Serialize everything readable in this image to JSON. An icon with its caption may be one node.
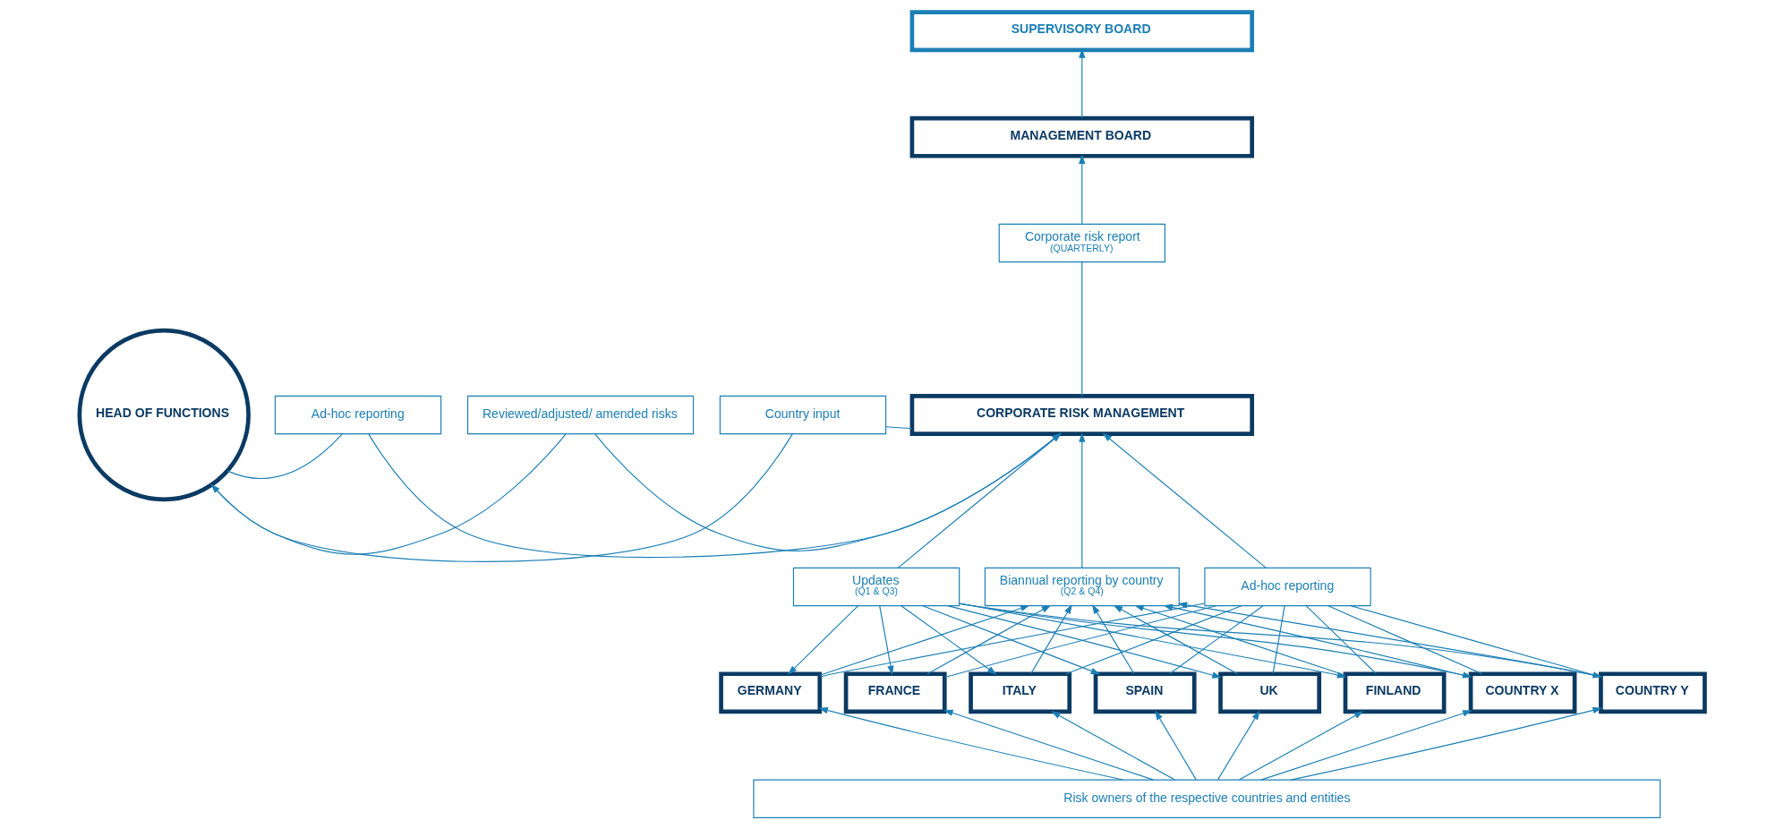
{
  "diagram": {
    "nodes": [
      {
        "text": [
          "SUPERVISORY BOARD"
        ]
      },
      {
        "text": [
          "MANAGEMENT BOARD"
        ]
      },
      {
        "text": [
          "Corporate risk report",
          "(QUARTERLY)"
        ]
      },
      {
        "text": [
          "CORPORATE RISK MANAGEMENT"
        ]
      },
      {
        "text": [
          "HEAD OF FUNCTIONS"
        ]
      },
      {
        "text": [
          "Ad-hoc reporting"
        ]
      },
      {
        "text": [
          "Reviewed/adjusted/ amended risks"
        ]
      },
      {
        "text": [
          "Country input"
        ]
      },
      {
        "text": [
          "Updates",
          "(Q1 & Q3)"
        ]
      },
      {
        "text": [
          "Biannual reporting by country",
          "(Q2 & Q4)"
        ]
      },
      {
        "text": [
          "Ad-hoc reporting"
        ]
      },
      {
        "text": [
          "GERMANY"
        ]
      },
      {
        "text": [
          "FRANCE"
        ]
      },
      {
        "text": [
          "ITALY"
        ]
      },
      {
        "text": [
          "SPAIN"
        ]
      },
      {
        "text": [
          "UK"
        ]
      },
      {
        "text": [
          "FINLAND"
        ]
      },
      {
        "text": [
          "COUNTRY X"
        ]
      },
      {
        "text": [
          "COUNTRY Y"
        ]
      },
      {
        "text": [
          "Risk owners of the respective countries and entities"
        ]
      }
    ],
    "edges": [
      {
        "from": 1,
        "to": 0,
        "arrow": "to"
      },
      {
        "from": 2,
        "to": 1,
        "arrow": "to"
      },
      {
        "from": 3,
        "to": 2,
        "arrow": "none"
      },
      {
        "from": 4,
        "to": 5,
        "arrow": "none"
      },
      {
        "from": 5,
        "to": 3,
        "arrow": "to"
      },
      {
        "from": 4,
        "to": 6,
        "arrow": "none"
      },
      {
        "from": 6,
        "to": 3,
        "arrow": "to"
      },
      {
        "from": 3,
        "to": 7,
        "arrow": "none"
      },
      {
        "from": 7,
        "to": 4,
        "arrow": "to"
      },
      {
        "from": 8,
        "to": 3,
        "arrow": "to"
      },
      {
        "from": 9,
        "to": 3,
        "arrow": "to"
      },
      {
        "from": 10,
        "to": 3,
        "arrow": "to"
      },
      {
        "from": 8,
        "to": 11,
        "arrow": "to"
      },
      {
        "from": 8,
        "to": 12,
        "arrow": "to"
      },
      {
        "from": 8,
        "to": 13,
        "arrow": "to"
      },
      {
        "from": 8,
        "to": 14,
        "arrow": "to"
      },
      {
        "from": 8,
        "to": 15,
        "arrow": "to"
      },
      {
        "from": 8,
        "to": 16,
        "arrow": "to"
      },
      {
        "from": 8,
        "to": 17,
        "arrow": "to"
      },
      {
        "from": 8,
        "to": 18,
        "arrow": "to"
      },
      {
        "from": 11,
        "to": 9,
        "arrow": "to"
      },
      {
        "from": 12,
        "to": 9,
        "arrow": "to"
      },
      {
        "from": 13,
        "to": 9,
        "arrow": "to"
      },
      {
        "from": 14,
        "to": 9,
        "arrow": "to"
      },
      {
        "from": 15,
        "to": 9,
        "arrow": "to"
      },
      {
        "from": 16,
        "to": 9,
        "arrow": "to"
      },
      {
        "from": 17,
        "to": 9,
        "arrow": "to"
      },
      {
        "from": 18,
        "to": 9,
        "arrow": "to"
      },
      {
        "from": 11,
        "to": 10,
        "arrow": "none"
      },
      {
        "from": 12,
        "to": 10,
        "arrow": "none"
      },
      {
        "from": 13,
        "to": 10,
        "arrow": "none"
      },
      {
        "from": 14,
        "to": 10,
        "arrow": "none"
      },
      {
        "from": 15,
        "to": 10,
        "arrow": "none"
      },
      {
        "from": 16,
        "to": 10,
        "arrow": "none"
      },
      {
        "from": 17,
        "to": 10,
        "arrow": "none"
      },
      {
        "from": 18,
        "to": 10,
        "arrow": "none"
      },
      {
        "from": 19,
        "to": 11,
        "arrow": "to"
      },
      {
        "from": 19,
        "to": 12,
        "arrow": "to"
      },
      {
        "from": 19,
        "to": 13,
        "arrow": "to"
      },
      {
        "from": 19,
        "to": 14,
        "arrow": "to"
      },
      {
        "from": 19,
        "to": 15,
        "arrow": "to"
      },
      {
        "from": 19,
        "to": 16,
        "arrow": "to"
      },
      {
        "from": 19,
        "to": 17,
        "arrow": "to"
      },
      {
        "from": 19,
        "to": 18,
        "arrow": "to"
      }
    ]
  }
}
